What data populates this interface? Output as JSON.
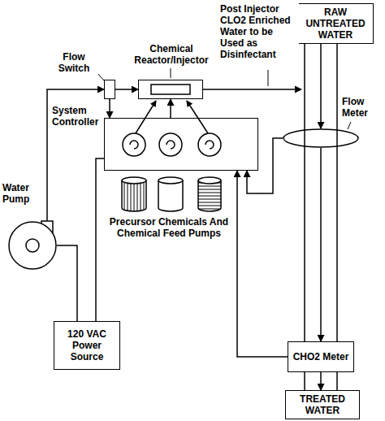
{
  "diagram": {
    "nodes": [
      {
        "text": [
          "Chemical Reactor/Injector"
        ]
      },
      {
        "text": [
          "RAW UNTREATED WATER"
        ]
      },
      {
        "text": [
          "System Controller"
        ]
      },
      {
        "text": [
          "Water Pump"
        ]
      },
      {
        "text": [
          "Flow Switch"
        ]
      },
      {
        "text": [
          "Flow Meter"
        ]
      },
      {
        "text": [
          "120 VAC Power Source"
        ]
      },
      {
        "text": [
          "CHO2 Meter"
        ]
      },
      {
        "text": [
          "TREATED WATER"
        ]
      }
    ],
    "edges": [
      {
        "from": 3,
        "to": 4,
        "arrow": "to"
      },
      {
        "from": 4,
        "to": 0,
        "arrow": "to"
      },
      {
        "from": 0,
        "to": 1,
        "arrow": "to"
      },
      {
        "from": 1,
        "to": 5,
        "arrow": "to"
      },
      {
        "from": 5,
        "to": 7,
        "arrow": "to"
      },
      {
        "from": 7,
        "to": 8,
        "arrow": "to"
      },
      {
        "from": 5,
        "to": 2,
        "arrow": "to"
      },
      {
        "from": 7,
        "to": 2,
        "arrow": "to"
      },
      {
        "from": 4,
        "to": 2,
        "arrow": "to"
      },
      {
        "from": 2,
        "to": 0,
        "arrow": "to"
      },
      {
        "from": 6,
        "to": 3,
        "arrow": "none"
      },
      {
        "from": 6,
        "to": 2,
        "arrow": "none"
      }
    ],
    "labels": [
      "Post Injector CLO2 Enriched Water to be Used as Disinfectant",
      "Precursor Chemicals And Chemical Feed Pumps"
    ]
  }
}
